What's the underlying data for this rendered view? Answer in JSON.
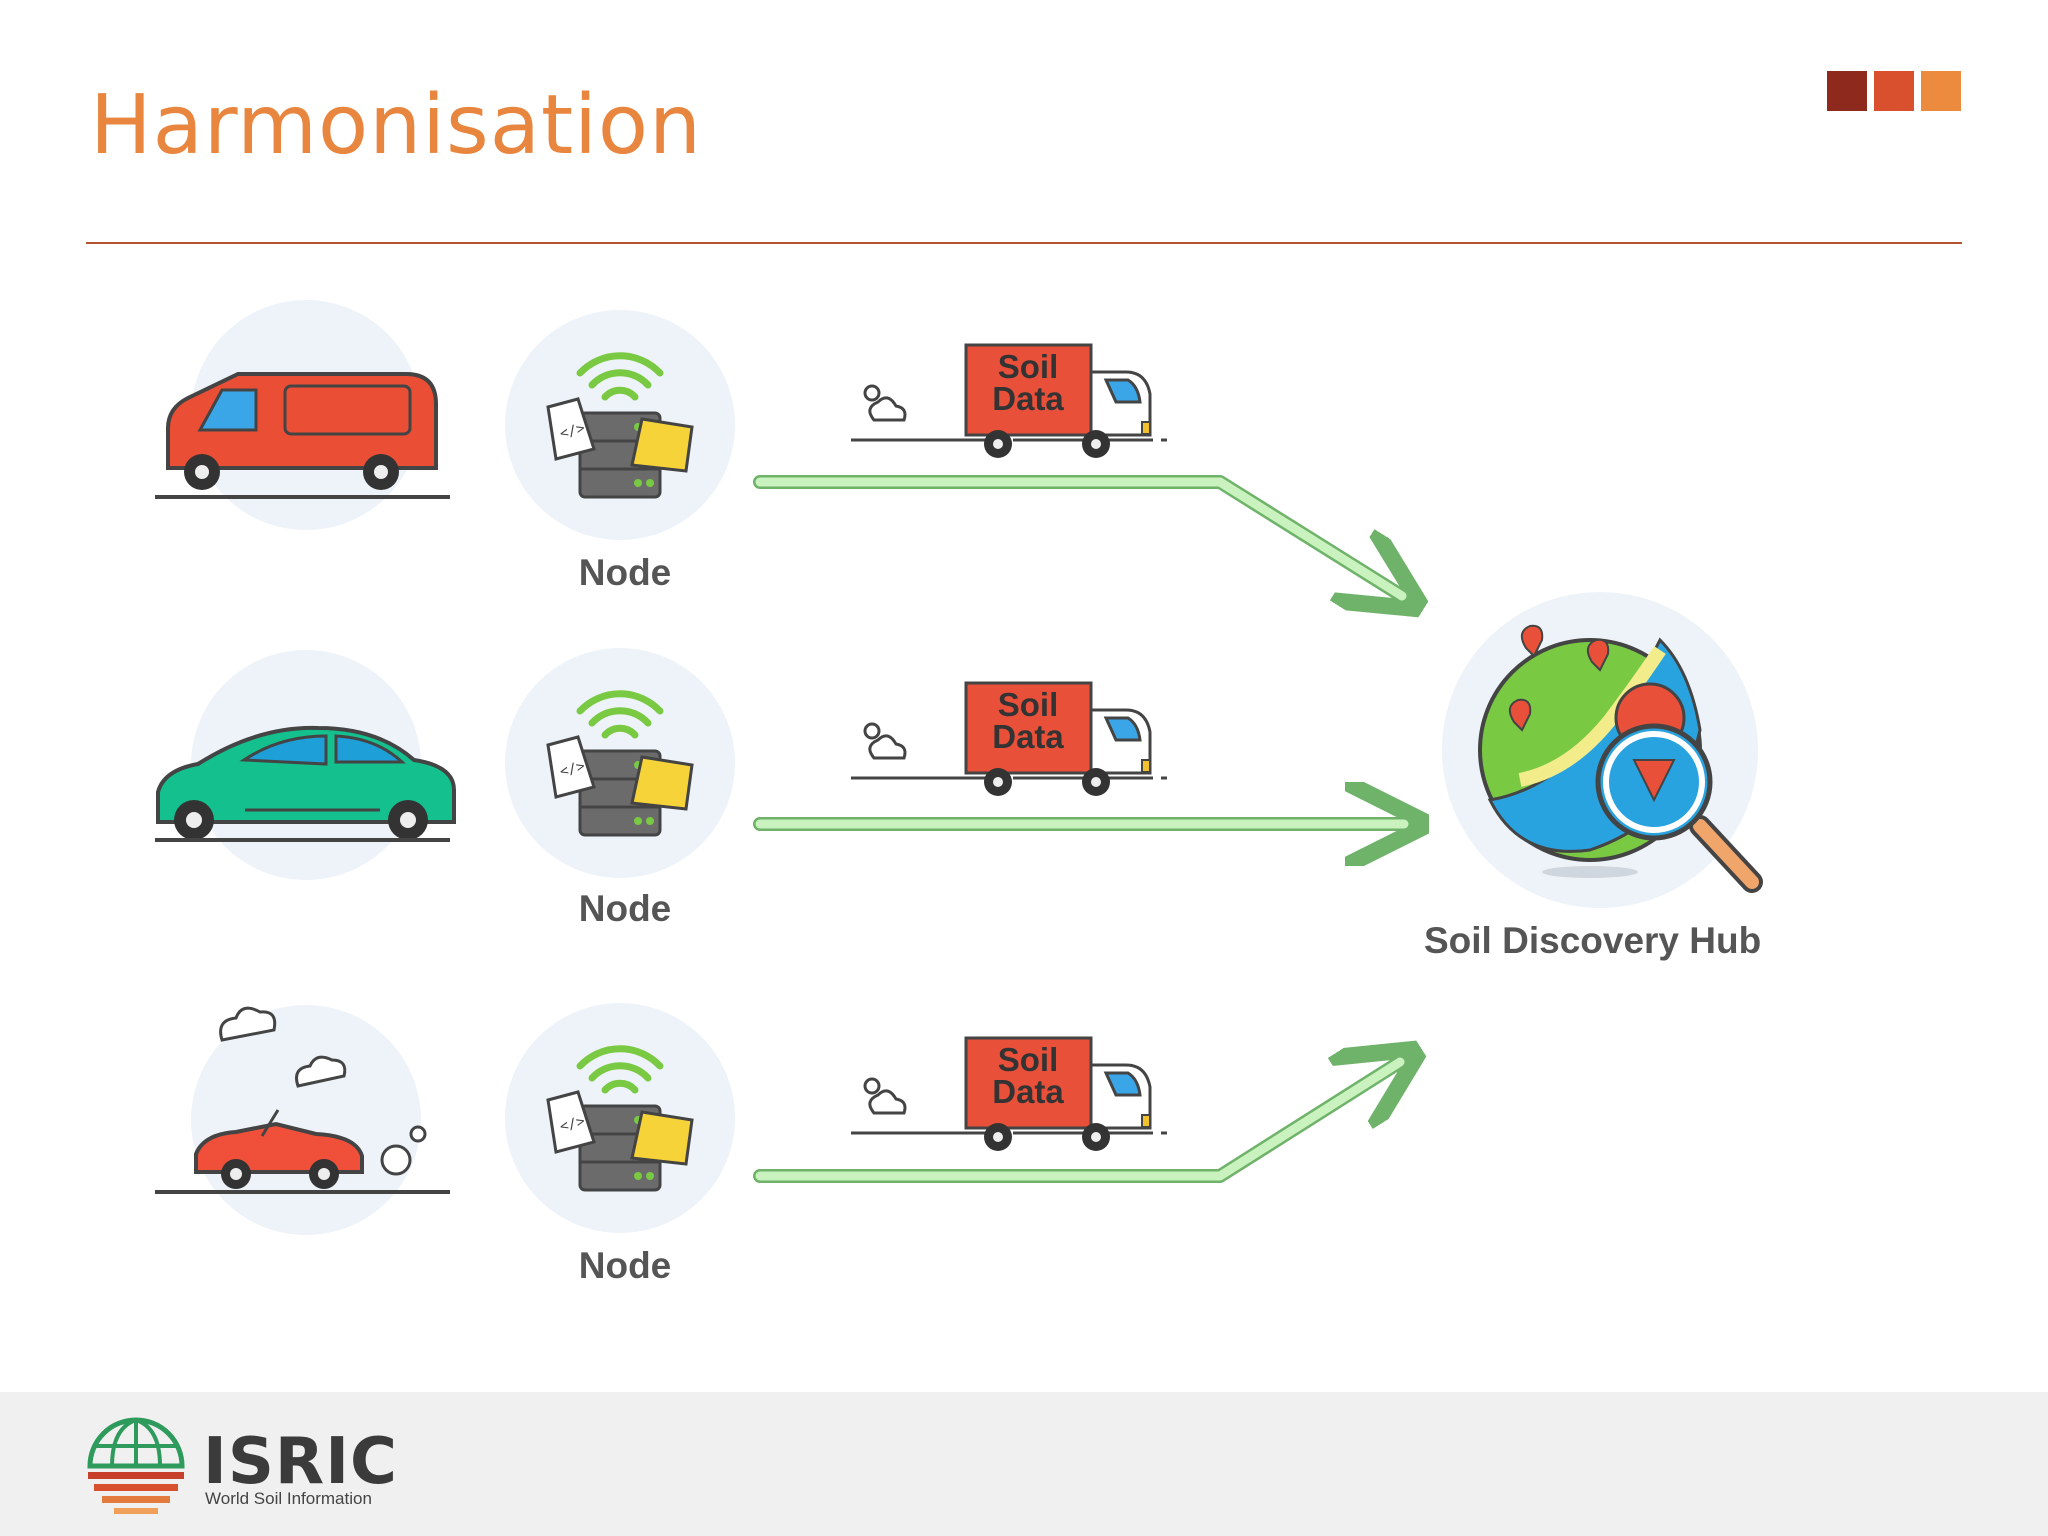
{
  "slide": {
    "title": "Harmonisation",
    "accent_colors": [
      "#8e2a1d",
      "#d9502e",
      "#ec8a3d"
    ],
    "rule_color": "#b4532c"
  },
  "flows": [
    {
      "source": "van-icon",
      "node_label": "Node",
      "truck_label_line1": "Soil",
      "truck_label_line2": "Data",
      "arrow": "diagonal-down"
    },
    {
      "source": "car-icon",
      "node_label": "Node",
      "truck_label_line1": "Soil",
      "truck_label_line2": "Data",
      "arrow": "straight"
    },
    {
      "source": "convertible-icon",
      "node_label": "Node",
      "truck_label_line1": "Soil",
      "truck_label_line2": "Data",
      "arrow": "diagonal-up"
    }
  ],
  "hub": {
    "label": "Soil Discovery Hub",
    "icon": "globe-search-icon"
  },
  "colors": {
    "arrow": "#c9f2bf",
    "arrow_stroke": "#6fb36a",
    "truck_box": "#e8503a",
    "van": "#ea4f36",
    "car": "#14c08e",
    "convertible": "#f0503a",
    "circle_bg": "#edf3f9"
  },
  "footer": {
    "logo_text": "ISRIC",
    "logo_subtitle": "World Soil Information"
  }
}
